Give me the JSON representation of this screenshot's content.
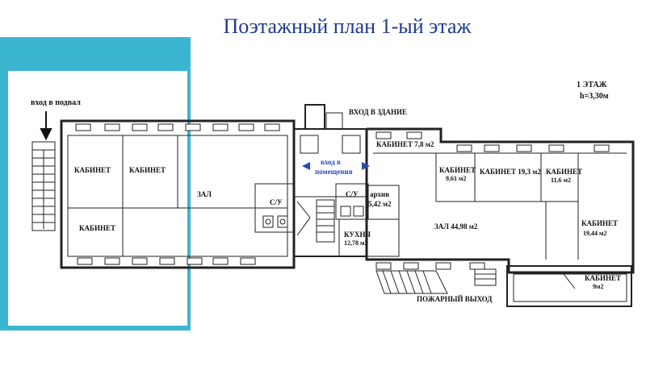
{
  "title": "Поэтажный план 1-ый этаж",
  "colors": {
    "accent": "#3bb6d1",
    "title": "#1f3a93",
    "arrow_blue": "#2b4bb3"
  },
  "labels": {
    "basement_entry": "вход в подвал",
    "floor": "1 ЭТАЖ",
    "height": "h=3,30м",
    "building_entry": "ВХОД В ЗДАНИЕ",
    "room_entry_1": "вход в",
    "room_entry_2": "помещения",
    "cab_1": "КАБИНЕТ",
    "cab_2": "КАБИНЕТ",
    "cab_3": "КАБИНЕТ",
    "hall_left": "ЗАЛ",
    "wc_left": "С/У",
    "wc_mid": "С/У",
    "cab_78": "КАБИНЕТ 7,8 м2",
    "cab_961_a": "КАБИНЕТ",
    "cab_961_b": "9,61 м2",
    "cab_193": "КАБИНЕТ 19,3 м2",
    "cab_116_a": "КАБИНЕТ",
    "cab_116_b": "11,6 м2",
    "archive_a": "архив",
    "archive_b": "5,42 м2",
    "kitchen_a": "КУХНЯ",
    "kitchen_b": "12,78 м2",
    "hall_right": "ЗАЛ 44,98 м2",
    "cab_1944_a": "КАБИНЕТ",
    "cab_1944_b": "19,44 м2",
    "cab_9_a": "КАБИНЕТ",
    "cab_9_b": "9м2",
    "fire_exit": "ПОЖАРНЫЙ ВЫХОД"
  }
}
